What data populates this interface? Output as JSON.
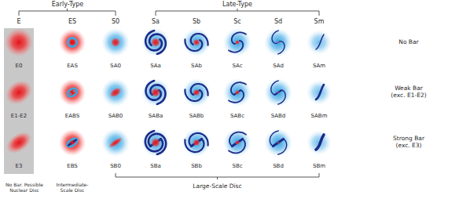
{
  "diagram": {
    "nodes": [
      {
        "text": [
          "E0",
          "E1-E2",
          "E3"
        ]
      }
    ],
    "labels": [
      "Early-Type",
      "Late-Type",
      "E",
      "ES",
      "S0",
      "Sa",
      "Sb",
      "Sc",
      "Sd",
      "Sm",
      "No Bar",
      "EAS",
      "SA0",
      "SAa",
      "SAb",
      "SAc",
      "SAd",
      "SAm",
      "Weak Bar (exc. E1-E2)",
      "EABS",
      "SAB0",
      "SABa",
      "SABb",
      "SABc",
      "SABd",
      "SABm",
      "Strong Bar (exc. E3)",
      "EBS",
      "SB0",
      "SBa",
      "SBb",
      "SBc",
      "SBd",
      "SBm",
      "No Bar. Possible Nuclear Disc",
      "Intermediate-Scale Disc",
      "Large-Scale Disc"
    ]
  }
}
